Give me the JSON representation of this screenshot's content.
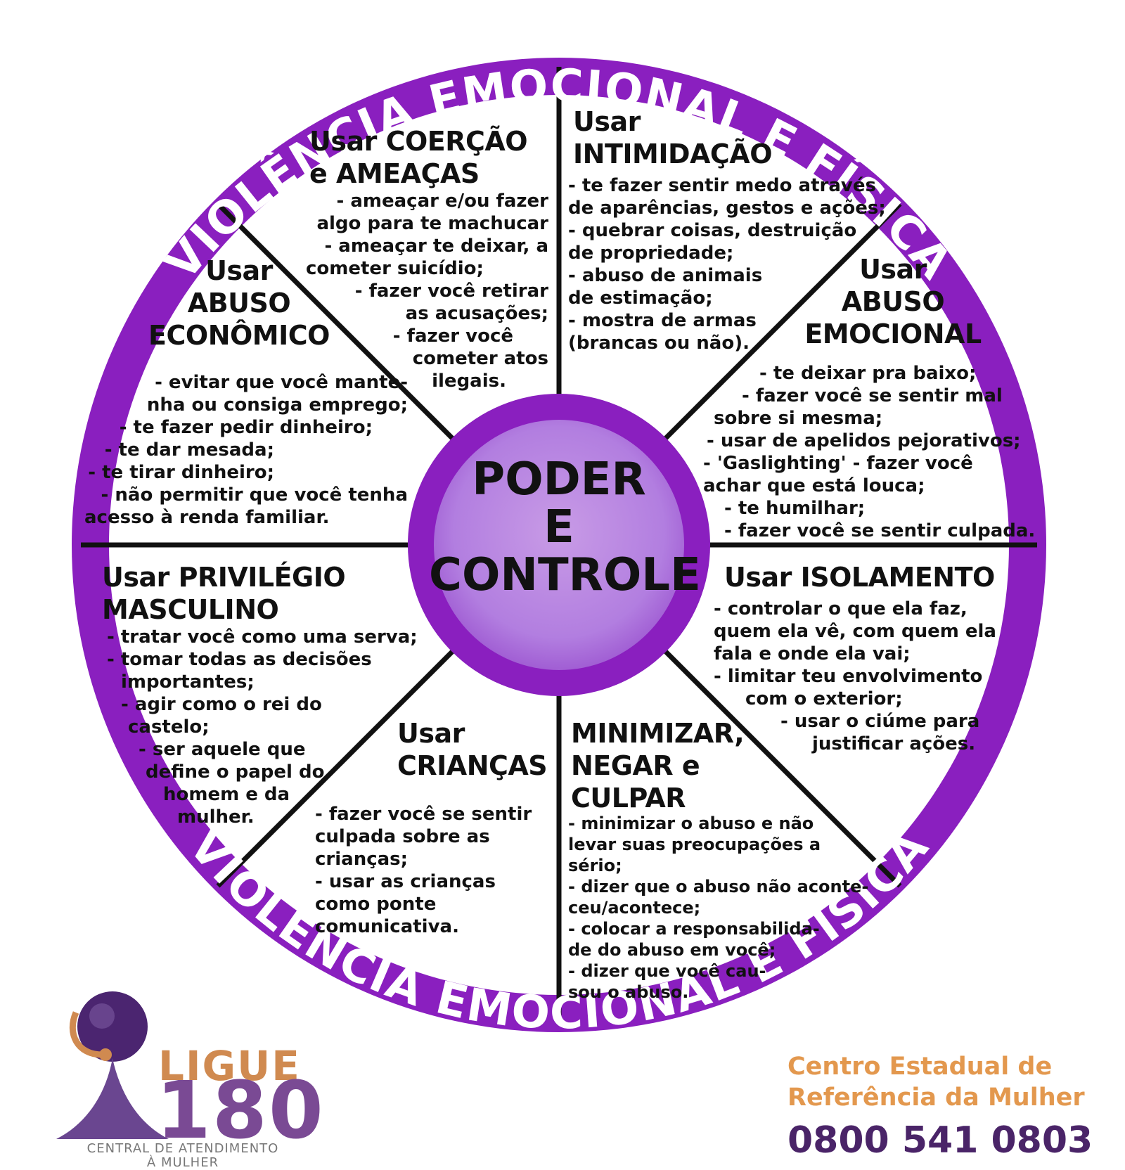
{
  "ring": {
    "top_text": "VIOLÊNCIA EMOCIONAL E FÍSICA",
    "bottom_text": "VIOLÊNCIA EMOCIONAL E FÍSICA"
  },
  "center": [
    "PODER",
    "E",
    "CONTROLE"
  ],
  "segments": {
    "coercao": {
      "title": [
        "Usar COERÇÃO",
        "e AMEAÇAS"
      ],
      "lines": [
        "- ameaçar e/ou fazer",
        "algo para te machucar",
        "- ameaçar te deixar, a",
        "cometer suicídio;",
        "- fazer você retirar",
        "as acusações;",
        "- fazer você",
        "cometer atos",
        "ilegais."
      ]
    },
    "intimidacao": {
      "title": [
        "Usar",
        "INTIMIDAÇÃO"
      ],
      "lines": [
        "- te fazer sentir medo através",
        "de aparências, gestos e ações;",
        "- quebrar coisas, destruição",
        "de propriedade;",
        "- abuso de animais",
        "de estimação;",
        "- mostra de armas",
        "(brancas ou não)."
      ]
    },
    "emocional": {
      "title": [
        "Usar",
        "ABUSO",
        "EMOCIONAL"
      ],
      "lines": [
        "- te deixar pra baixo;",
        "- fazer você se sentir mal",
        "sobre si mesma;",
        "- usar de apelidos pejorativos;",
        "- 'Gaslighting' - fazer você",
        "achar que está louca;",
        "- te humilhar;",
        "- fazer você se sentir culpada."
      ]
    },
    "isolamento": {
      "title": [
        "Usar ISOLAMENTO"
      ],
      "lines": [
        "- controlar o que ela faz,",
        "quem ela vê, com quem ela",
        "fala e onde ela vai;",
        "- limitar teu envolvimento",
        "com o exterior;",
        "- usar o ciúme para",
        "justificar ações."
      ]
    },
    "minimizar": {
      "title": [
        "MINIMIZAR,",
        "NEGAR e",
        "CULPAR"
      ],
      "lines": [
        "- minimizar o abuso e não",
        "levar suas preocupações a",
        "sério;",
        "- dizer que o abuso não aconte-",
        "ceu/acontece;",
        "- colocar a responsabilida-",
        "de do abuso em você;",
        "- dizer que você cau-",
        "sou o abuso."
      ]
    },
    "criancas": {
      "title": [
        "Usar",
        "CRIANÇAS"
      ],
      "lines": [
        "- fazer você se sentir",
        "culpada sobre as",
        "crianças;",
        "- usar as crianças",
        "como ponte",
        "comunicativa."
      ]
    },
    "privilegio": {
      "title": [
        "Usar PRIVILÉGIO",
        "MASCULINO"
      ],
      "lines": [
        "- tratar você como uma serva;",
        "- tomar todas as decisões",
        "importantes;",
        "- agir como o rei do",
        "castelo;",
        "- ser aquele que",
        "define o papel do",
        "homem e da",
        "mulher."
      ]
    },
    "economico": {
      "title": [
        "Usar",
        "ABUSO",
        "ECONÔMICO"
      ],
      "lines": [
        "- evitar que você mante-",
        "nha ou consiga emprego;",
        "- te fazer pedir dinheiro;",
        "- te dar mesada;",
        "- te tirar dinheiro;",
        "- não permitir que você tenha",
        "acesso à renda familiar."
      ]
    }
  },
  "footer": {
    "ligue": "LIGUE",
    "number": "180",
    "central": [
      "CENTRAL DE ATENDIMENTO",
      "À MULHER"
    ],
    "centro": [
      "Centro Estadual de",
      "Referência da Mulher"
    ],
    "phone": "0800 541 0803"
  },
  "colors": {
    "purple": "#8a1fbf",
    "hub": "#a24fd6",
    "orange": "#e3984e",
    "dark_purple": "#4a2468"
  }
}
